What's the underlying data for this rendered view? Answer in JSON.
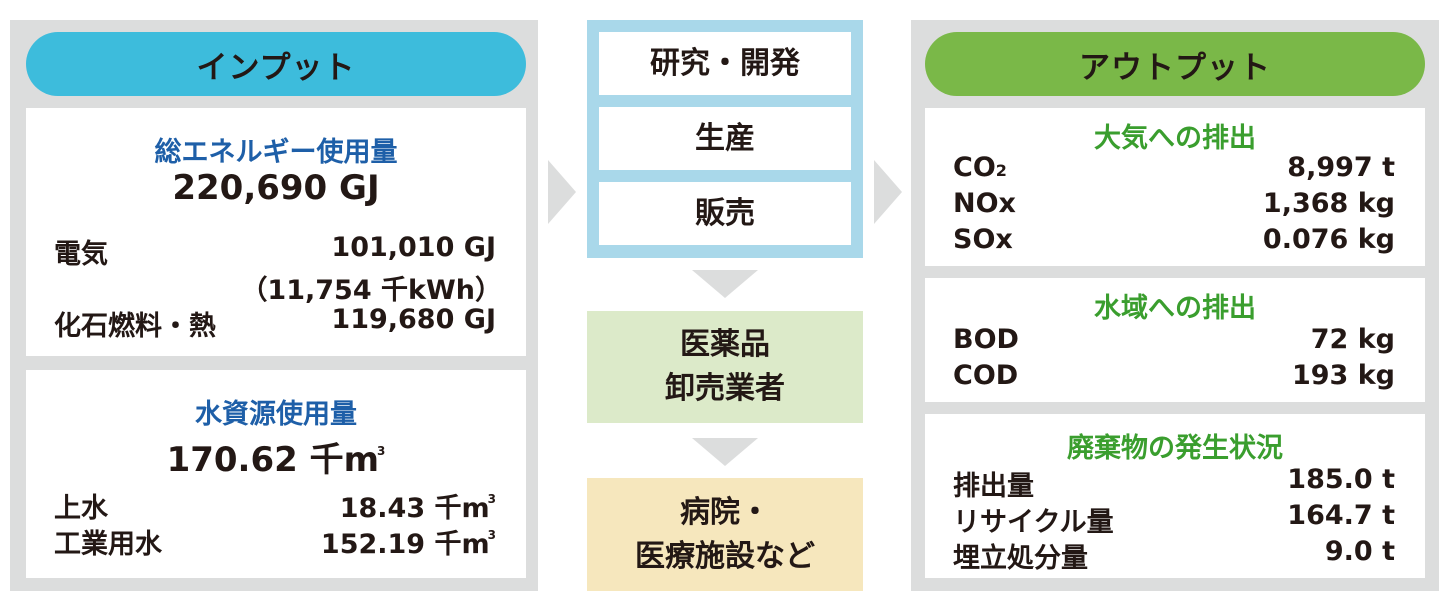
{
  "colors": {
    "panel_gray": "#dcdddd",
    "input_pill": "#3dbcdc",
    "output_pill": "#7ab848",
    "blue_text": "#1e5fa8",
    "green_text": "#3a9e2e",
    "process_border": "#a9d8ea",
    "wholesale_fill": "#dceac9",
    "hospital_fill": "#f6e7bd",
    "arrow_gray": "#dcdddd"
  },
  "input": {
    "header": "インプット",
    "energy": {
      "title": "総エネルギー使用量",
      "total": "220,690 GJ",
      "rows": [
        {
          "label": "電気",
          "value": "101,010 GJ"
        },
        {
          "label": "",
          "value": "（11,754 千kWh）"
        },
        {
          "label": "化石燃料・熱",
          "value": "119,680 GJ"
        }
      ]
    },
    "water": {
      "title": "水資源使用量",
      "total": "170.62 千m",
      "unit_sup": "3",
      "rows": [
        {
          "label": "上水",
          "value": "18.43 千m",
          "sup": "3"
        },
        {
          "label": "工業用水",
          "value": "152.19 千m",
          "sup": "3"
        }
      ]
    }
  },
  "process": {
    "steps": [
      "研究・開発",
      "生産",
      "販売"
    ],
    "wholesale": [
      "医薬品",
      "卸売業者"
    ],
    "hospital": [
      "病院・",
      "医療施設など"
    ]
  },
  "output": {
    "header": "アウトプット",
    "air": {
      "title": "大気への排出",
      "rows": [
        {
          "label": "CO",
          "sub": "2",
          "value": "8,997 t"
        },
        {
          "label": "NOx",
          "value": "1,368 kg"
        },
        {
          "label": "SOx",
          "value": "0.076 kg"
        }
      ]
    },
    "water": {
      "title": "水域への排出",
      "rows": [
        {
          "label": "BOD",
          "value": "72 kg"
        },
        {
          "label": "COD",
          "value": "193 kg"
        }
      ]
    },
    "waste": {
      "title": "廃棄物の発生状況",
      "rows": [
        {
          "label": "排出量",
          "value": "185.0 t"
        },
        {
          "label": "リサイクル量",
          "value": "164.7 t"
        },
        {
          "label": "埋立処分量",
          "value": "9.0 t"
        }
      ]
    }
  }
}
